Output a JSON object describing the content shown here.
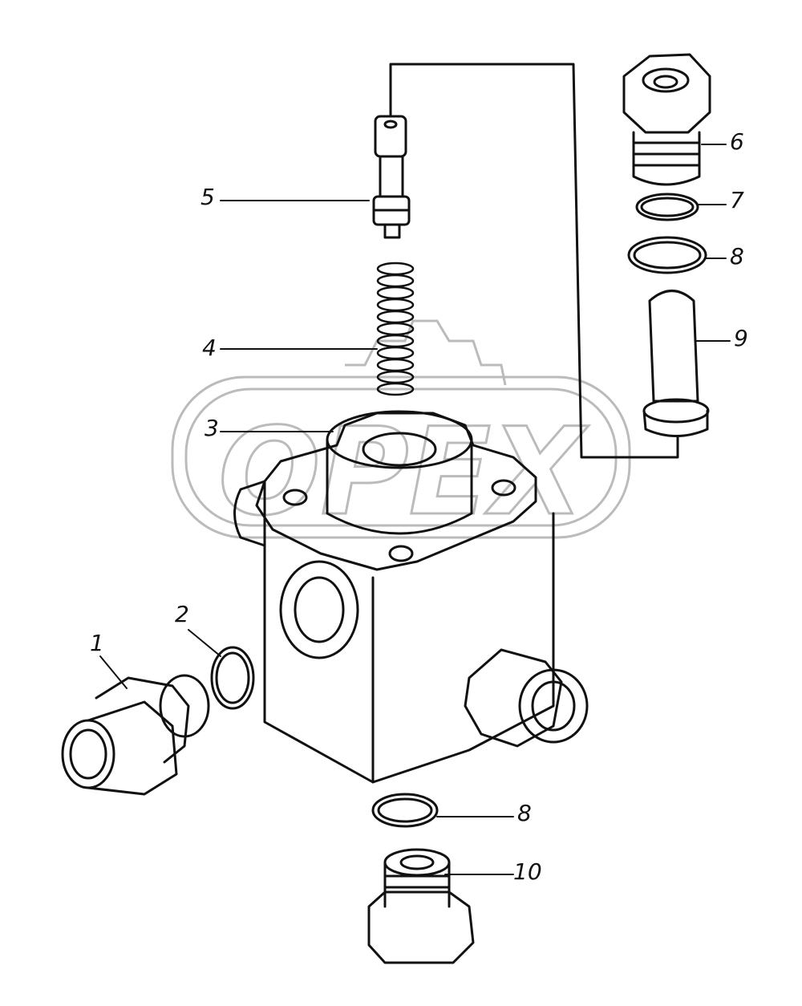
{
  "watermark": {
    "text": "OPEX"
  },
  "callouts": {
    "c1": "1",
    "c2": "2",
    "c3": "3",
    "c4": "4",
    "c5": "5",
    "c6": "6",
    "c7": "7",
    "c8a": "8",
    "c8b": "8",
    "c9": "9",
    "c10": "10"
  },
  "colors": {
    "ink": "#111111",
    "watermark": "#bbbbbb"
  }
}
